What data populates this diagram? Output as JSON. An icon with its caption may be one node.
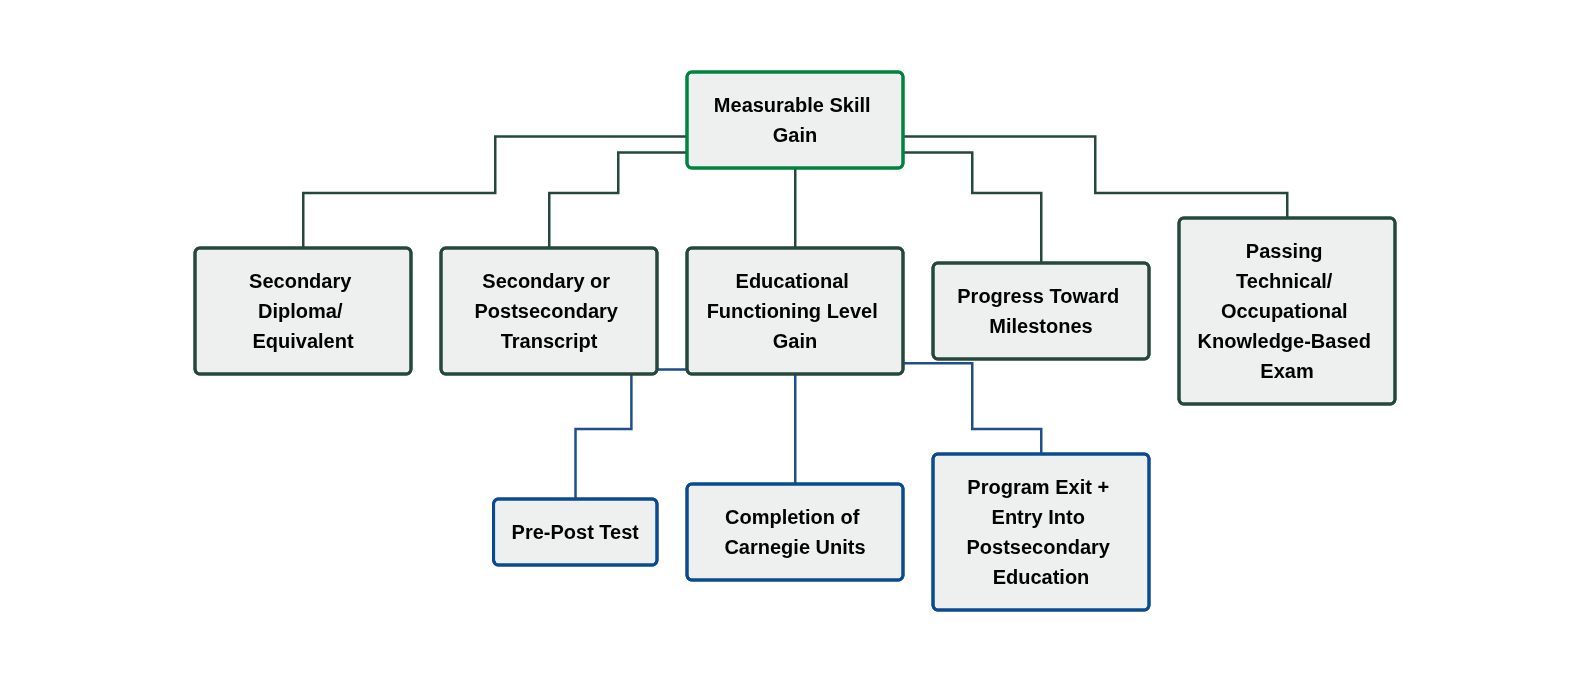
{
  "diagram": {
    "nodes": [
      {
        "text": [
          "Measurable Skill Gain"
        ]
      },
      {
        "text": [
          "Secondary Diploma/ Equivalent"
        ]
      },
      {
        "text": [
          "Secondary or Postsecondary Transcript"
        ]
      },
      {
        "text": [
          "Educational Functioning Level Gain"
        ]
      },
      {
        "text": [
          "Progress Toward Milestones"
        ]
      },
      {
        "text": [
          "Passing Technical/ Occupational Knowledge-Based Exam"
        ]
      },
      {
        "text": [
          "Pre-Post Test"
        ]
      },
      {
        "text": [
          "Completion of Carnegie Units"
        ]
      },
      {
        "text": [
          "Program Exit + Entry Into Postsecondary Education"
        ]
      }
    ],
    "edges": [
      {
        "from": 0,
        "to": 1,
        "arrow": "none"
      },
      {
        "from": 0,
        "to": 2,
        "arrow": "none"
      },
      {
        "from": 0,
        "to": 3,
        "arrow": "none"
      },
      {
        "from": 0,
        "to": 4,
        "arrow": "none"
      },
      {
        "from": 0,
        "to": 5,
        "arrow": "none"
      },
      {
        "from": 3,
        "to": 6,
        "arrow": "none",
        "color": "#1f4e8c"
      },
      {
        "from": 3,
        "to": 7,
        "arrow": "none",
        "color": "#1f4e8c"
      },
      {
        "from": 3,
        "to": 8,
        "arrow": "none",
        "color": "#1f4e8c"
      }
    ]
  }
}
